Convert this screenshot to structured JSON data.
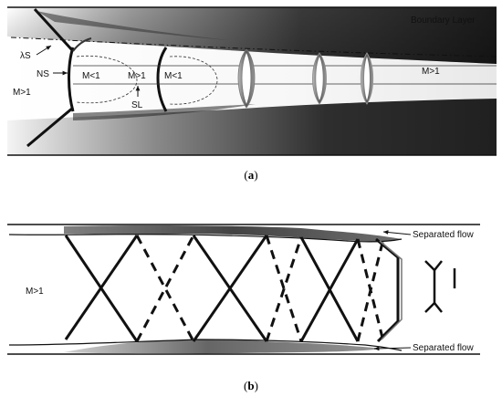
{
  "panel_a": {
    "boundary_layer_label": "Boundary Layer",
    "lambda_shock_label": "λS",
    "normal_shock_label": "NS",
    "mach_inlet_label": "M>1",
    "mach_subsonic_1": "M<1",
    "mach_supersonic_mid": "M>1",
    "mach_subsonic_2": "M<1",
    "slip_line_label": "SL",
    "mach_outlet_label": "M>1",
    "caption_open": "(",
    "caption_letter": "a",
    "caption_close": ")"
  },
  "panel_b": {
    "separated_flow_top": "Separated flow",
    "separated_flow_bottom": "Separated flow",
    "mach_inlet_label": "M>1",
    "caption_open": "(",
    "caption_letter": "b",
    "caption_close": ")"
  },
  "colors": {
    "ink": "#111111",
    "wall_dark": "#1a1a1a",
    "wall_light": "#f2f2f2"
  }
}
